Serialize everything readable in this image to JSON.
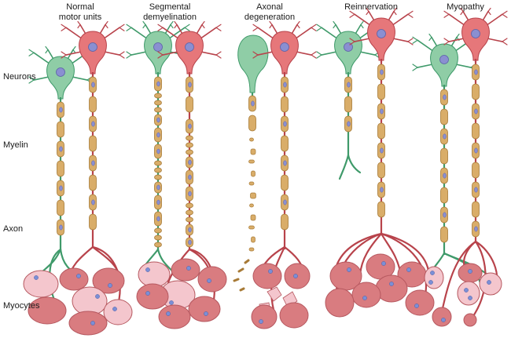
{
  "columns": [
    {
      "key": "normal",
      "title": "Normal\nmotor units"
    },
    {
      "key": "demyelination",
      "title": "Segmental\ndemyelination"
    },
    {
      "key": "degeneration",
      "title": "Axonal\ndegeneration"
    },
    {
      "key": "reinnervation",
      "title": "Reinnervation"
    },
    {
      "key": "myopathy",
      "title": "Myopathy"
    }
  ],
  "rows": [
    {
      "key": "neurons",
      "label": "Neurons"
    },
    {
      "key": "myelin",
      "label": "Myelin"
    },
    {
      "key": "axon",
      "label": "Axon"
    },
    {
      "key": "myocytes",
      "label": "Myocytes"
    }
  ],
  "colors": {
    "green_neuron": "#8fcda6",
    "green_stroke": "#3f9a6a",
    "red_neuron": "#e6777a",
    "red_stroke": "#b8434b",
    "myelin": "#d9ad69",
    "myelin_stroke": "#a77a36",
    "nucleus": "#8a8fd1",
    "pink_myocyte": "#f4c6cd",
    "red_myocyte": "#d97c80",
    "myocyte_stroke": "#b6585f",
    "myocyte_nucleus": "#7b8fd6"
  }
}
